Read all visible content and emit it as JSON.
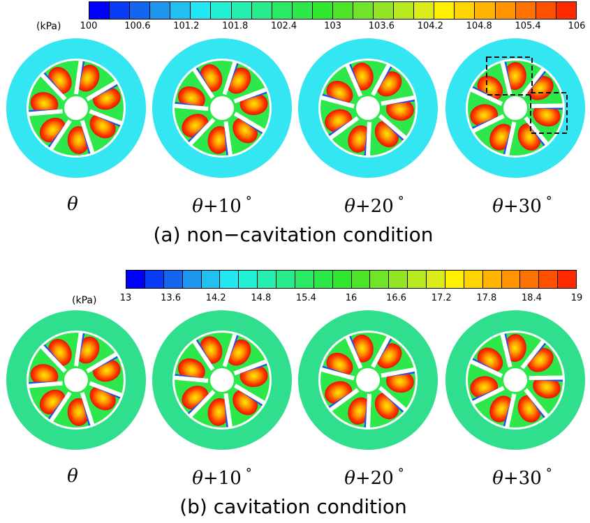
{
  "panels": [
    {
      "id": "a",
      "caption": "(a) non−cavitation condition",
      "unit": "(kPa)",
      "ticks": [
        "100",
        "100.6",
        "101.2",
        "101.8",
        "102.4",
        "103",
        "103.6",
        "104.2",
        "104.8",
        "105.4",
        "106"
      ],
      "ring_color": "#33e6f2",
      "rotation_labels": [
        {
          "theta": "θ",
          "offset": ""
        },
        {
          "theta": "θ",
          "offset": "+10"
        },
        {
          "theta": "θ",
          "offset": "+20"
        },
        {
          "theta": "θ",
          "offset": "+30"
        }
      ],
      "degree_symbol": "°"
    },
    {
      "id": "b",
      "caption": "(b) cavitation condition",
      "unit": "(kPa)",
      "ticks": [
        "13",
        "13.6",
        "14.2",
        "14.8",
        "15.4",
        "16",
        "16.6",
        "17.2",
        "17.8",
        "18.4",
        "19"
      ],
      "ring_color": "#2fdf8e",
      "rotation_labels": [
        {
          "theta": "θ",
          "offset": ""
        },
        {
          "theta": "θ",
          "offset": "+10"
        },
        {
          "theta": "θ",
          "offset": "+20"
        },
        {
          "theta": "θ",
          "offset": "+30"
        }
      ],
      "degree_symbol": "°"
    }
  ],
  "colormap": [
    "#0000ff",
    "#0a3cf5",
    "#1466f0",
    "#1e96ee",
    "#21c0f0",
    "#22e6f2",
    "#24f0d6",
    "#26eeb0",
    "#28ec8c",
    "#2aea66",
    "#2ce84a",
    "#30e62e",
    "#4ee42a",
    "#70e428",
    "#94e624",
    "#b8e820",
    "#dcec1a",
    "#fff000",
    "#ffd400",
    "#ffb400",
    "#ff9400",
    "#ff7200",
    "#ff5000",
    "#ff2a00"
  ]
}
